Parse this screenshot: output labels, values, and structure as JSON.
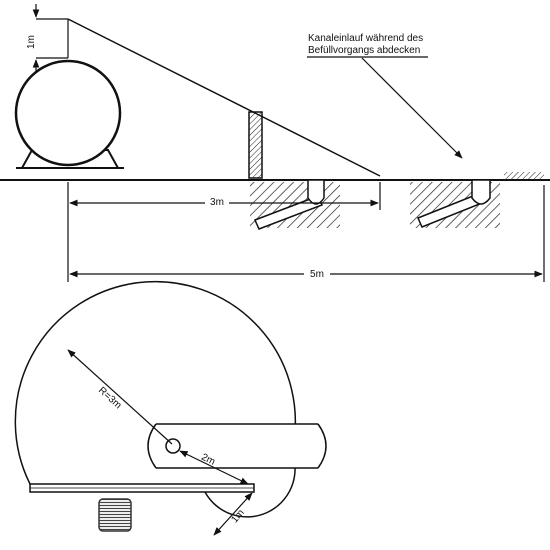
{
  "elevation": {
    "note_line1": "Kanaleinlauf während des",
    "note_line2": "Befüllvorgangs abdecken",
    "dim_height": "1m",
    "dim_3m": "3m",
    "dim_5m": "5m"
  },
  "plan": {
    "dim_radius": "R=3m",
    "dim_2m": "2m",
    "dim_1m": "1m"
  },
  "colors": {
    "ink": "#111111",
    "hatch": "#222222",
    "pad_fill": "#777777"
  }
}
